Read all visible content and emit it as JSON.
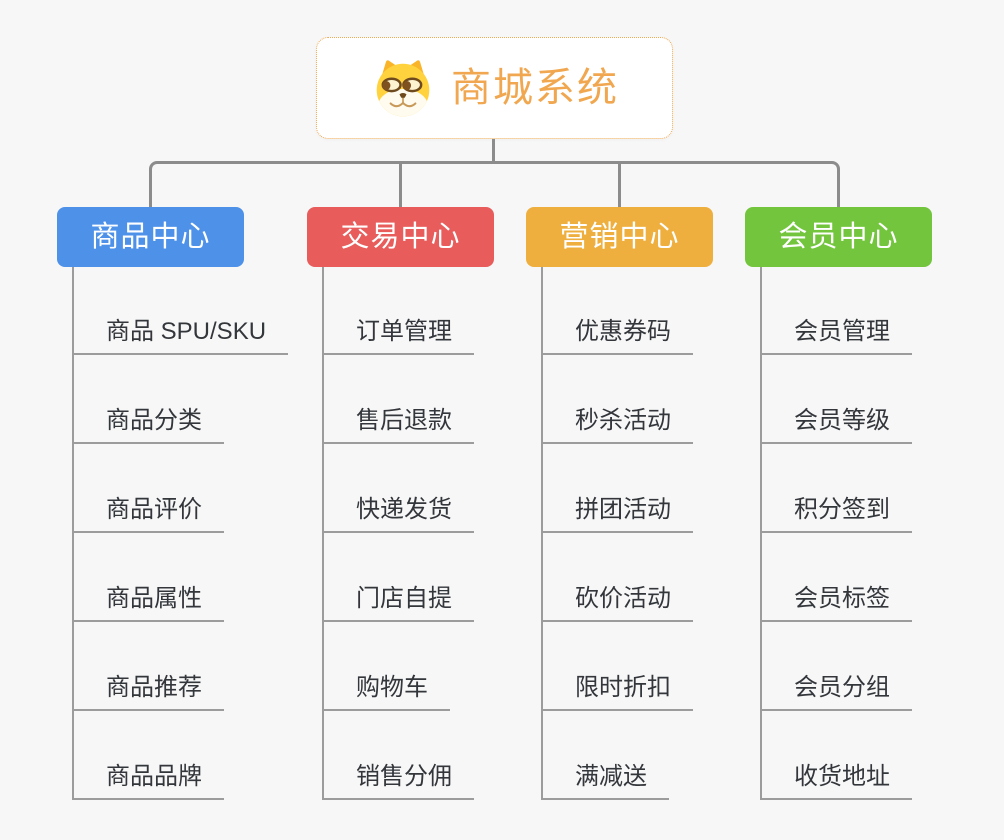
{
  "root": {
    "title": "商城系统",
    "icon": "dog-icon",
    "accent_color": "#F0A74F"
  },
  "branches": [
    {
      "label": "商品中心",
      "color": "#4D91E9",
      "children": [
        "商品 SPU/SKU",
        "商品分类",
        "商品评价",
        "商品属性",
        "商品推荐",
        "商品品牌"
      ]
    },
    {
      "label": "交易中心",
      "color": "#E85C5C",
      "children": [
        "订单管理",
        "售后退款",
        "快递发货",
        "门店自提",
        "购物车",
        "销售分佣"
      ]
    },
    {
      "label": "营销中心",
      "color": "#EEAF3E",
      "children": [
        "优惠券码",
        "秒杀活动",
        "拼团活动",
        "砍价活动",
        "限时折扣",
        "满减送"
      ]
    },
    {
      "label": "会员中心",
      "color": "#72C53C",
      "children": [
        "会员管理",
        "会员等级",
        "积分签到",
        "会员标签",
        "会员分组",
        "收货地址"
      ]
    }
  ],
  "colors": {
    "background": "#F7F7F7",
    "connector_line": "#8C8C8C",
    "leaf_line": "#9C9C9C",
    "leaf_text": "#33363B",
    "header_text": "#FFFFFF"
  }
}
